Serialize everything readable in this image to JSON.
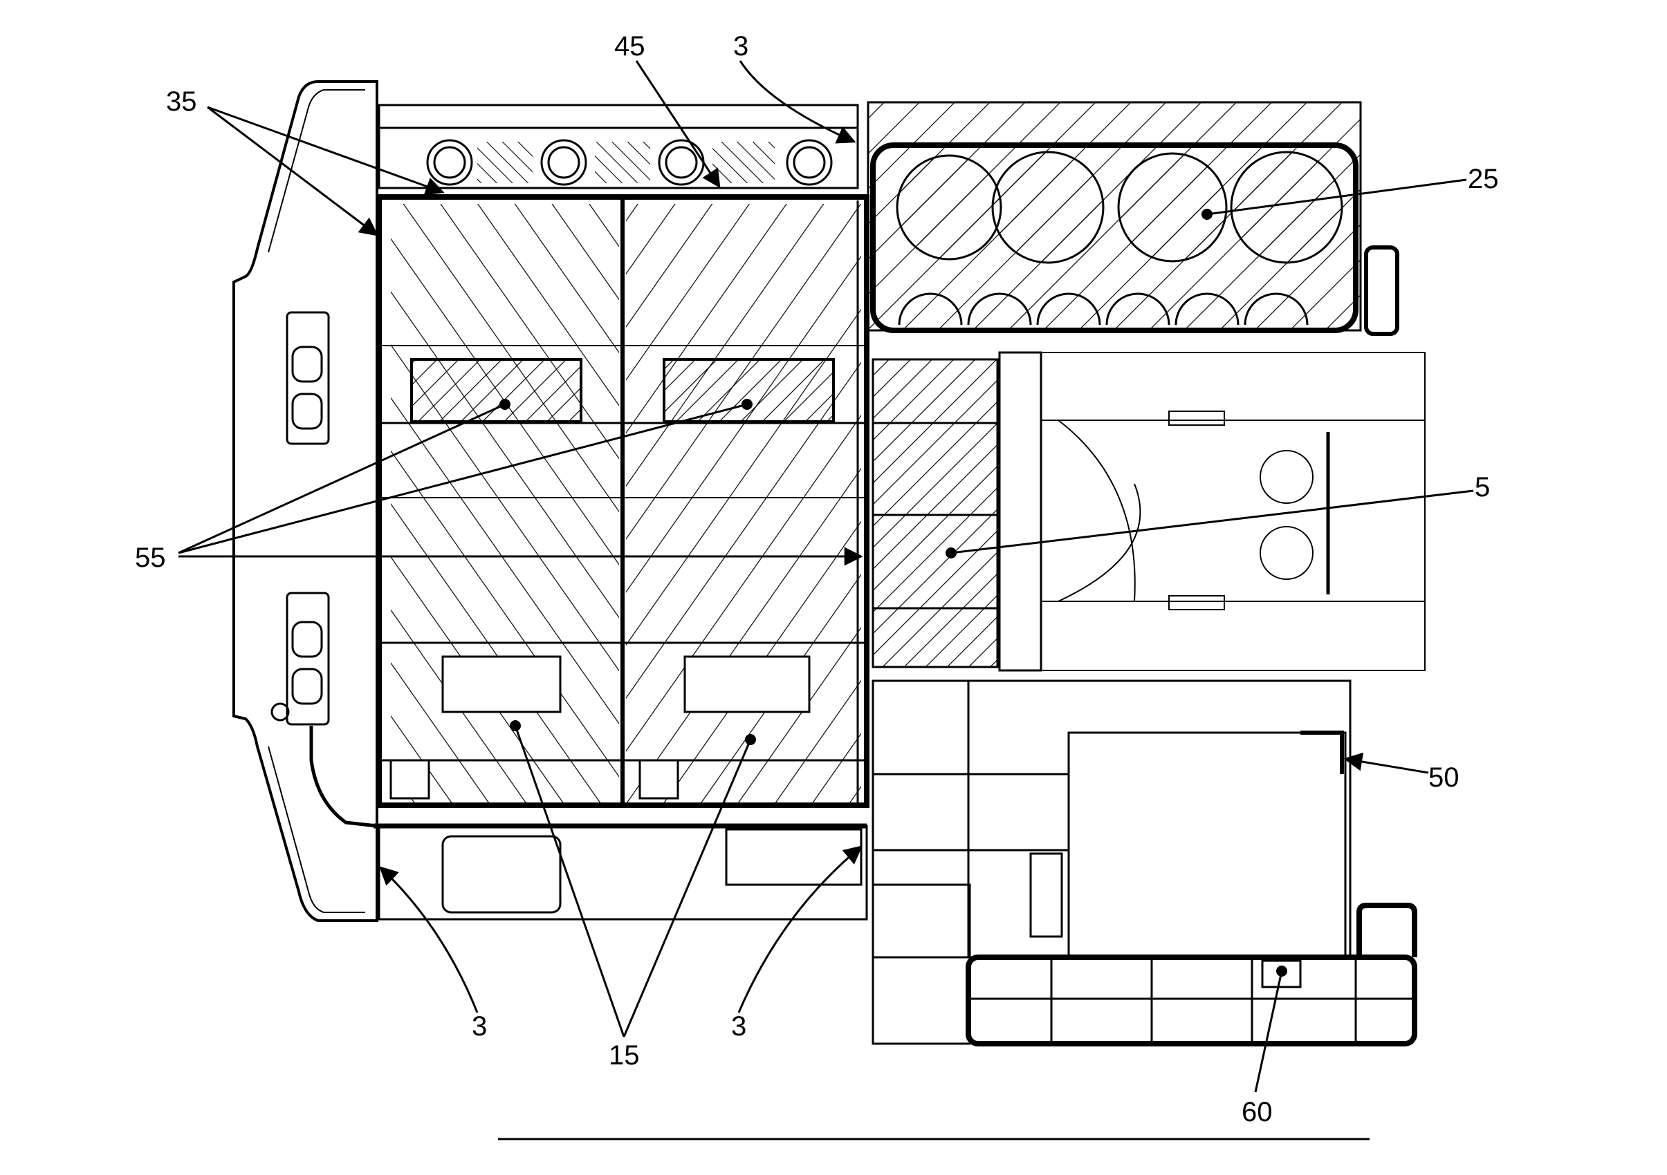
{
  "figure": {
    "type": "patent line drawing",
    "colors": {
      "ink": "#000000",
      "paper": "#ffffff"
    }
  },
  "labels": {
    "l35": "35",
    "l45": "45",
    "l3_top": "3",
    "l25": "25",
    "l5": "5",
    "l55": "55",
    "l50": "50",
    "l3_bottom_left": "3",
    "l15": "15",
    "l3_bottom_right": "3",
    "l60": "60"
  }
}
